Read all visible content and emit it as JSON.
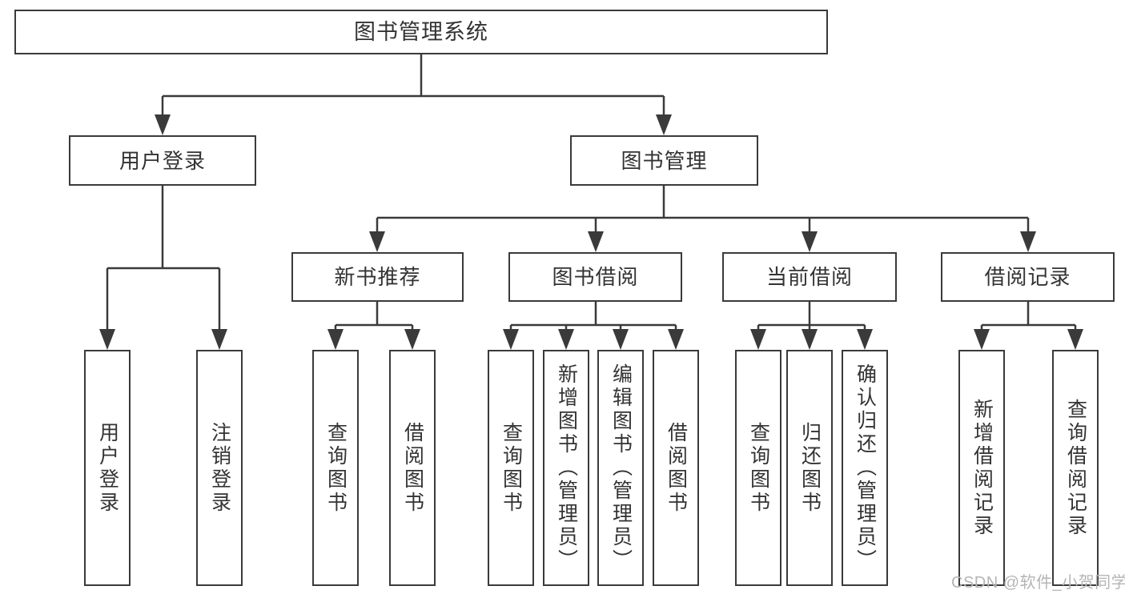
{
  "colors": {
    "line": "#3a3a3a",
    "box_border": "#3a3a3a",
    "text": "#333333",
    "background": "#ffffff",
    "watermark_text": "#b5b5b5"
  },
  "watermark": "CSDN @软件_小贺同学",
  "tree": {
    "root": {
      "label": "图书管理系统",
      "children": [
        {
          "label": "用户登录",
          "children": [
            {
              "label": "用户登录"
            },
            {
              "label": "注销登录"
            }
          ]
        },
        {
          "label": "图书管理",
          "children": [
            {
              "label": "新书推荐",
              "children": [
                {
                  "label": "查询图书"
                },
                {
                  "label": "借阅图书"
                }
              ]
            },
            {
              "label": "图书借阅",
              "children": [
                {
                  "label": "查询图书"
                },
                {
                  "label": "新增图书（管理员）"
                },
                {
                  "label": "编辑图书（管理员）"
                },
                {
                  "label": "借阅图书"
                }
              ]
            },
            {
              "label": "当前借阅",
              "children": [
                {
                  "label": "查询图书"
                },
                {
                  "label": "归还图书"
                },
                {
                  "label": "确认归还（管理员）"
                }
              ]
            },
            {
              "label": "借阅记录",
              "children": [
                {
                  "label": "新增借阅记录"
                },
                {
                  "label": "查询借阅记录"
                }
              ]
            }
          ]
        }
      ]
    }
  }
}
